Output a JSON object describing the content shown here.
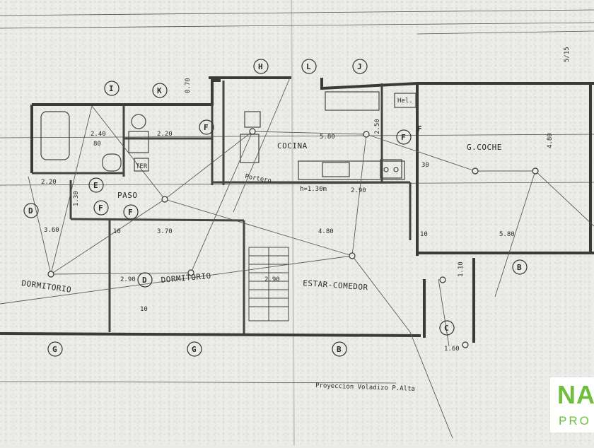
{
  "rooms": {
    "dormitorio_left": "DORMITORIO",
    "dormitorio_center": "DORMITORIO",
    "estar_comedor": "ESTAR-COMEDOR",
    "cocina": "COCINA",
    "garage": "G.COCHE",
    "paso": "PASO",
    "hel": "Hel.",
    "ter": "TER",
    "portero": "Portero"
  },
  "axis_labels": {
    "I": "I",
    "K": "K",
    "H": "H",
    "L": "L",
    "J": "J",
    "F1": "F",
    "F2": "F",
    "F3": "F",
    "F4": "F",
    "F5": "F",
    "D1": "D",
    "D2": "D",
    "E": "E",
    "B1": "B",
    "B2": "B",
    "C": "C",
    "G1": "G",
    "G2": "G"
  },
  "dimensions": {
    "d_240": "2.40",
    "d_220a": "2.20",
    "d_220b": "2.20",
    "d_580a": "5.80",
    "d_580b": "5.80",
    "d_480a": "4.80",
    "d_480b": "4.80",
    "d_360": "3.60",
    "d_370": "3.70",
    "d_290a": "2.90",
    "d_290b": "2.90",
    "d_290c": "2.90",
    "d_250": "2.50",
    "d_160": "1.60",
    "d_110": "1.10",
    "d_130": "1.30",
    "d_070": "0.70",
    "d_10a": "10",
    "d_10b": "10",
    "d_10c": "10",
    "d_30": "30",
    "d_80": "80",
    "d_515": "5/15",
    "cocina_height": "h=1.30m",
    "projection": "Proyeccion Voladizo P.Alta"
  },
  "logo": {
    "line1": "NAS",
    "line2": "PRO"
  },
  "colors": {
    "paper": "#ecece9",
    "ink": "#2a2a2a",
    "wall": "#3a3a3a",
    "logo_green": "#6dbf3d"
  }
}
